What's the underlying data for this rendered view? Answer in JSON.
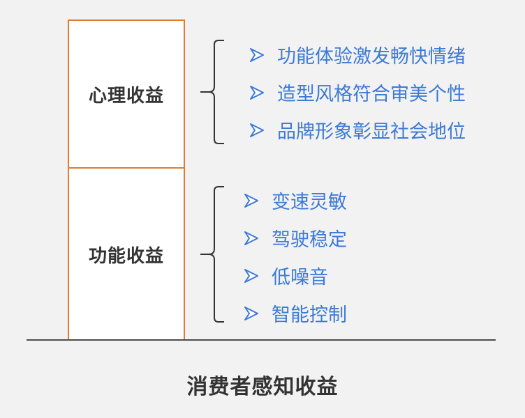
{
  "diagram": {
    "top_box": {
      "label": "心理收益",
      "items": [
        "功能体验激发畅快情绪",
        "造型风格符合审美个性",
        "品牌形象彰显社会地位"
      ]
    },
    "bottom_box": {
      "label": "功能收益",
      "items": [
        "变速灵敏",
        "驾驶稳定",
        "低噪音",
        "智能控制"
      ]
    },
    "caption": "消费者感知收益",
    "colors": {
      "box_border": "#e07b2e",
      "item_text": "#3d7ad6",
      "label_text": "#333333"
    },
    "icons": {
      "bullet": "arrow-bullet-icon"
    }
  }
}
